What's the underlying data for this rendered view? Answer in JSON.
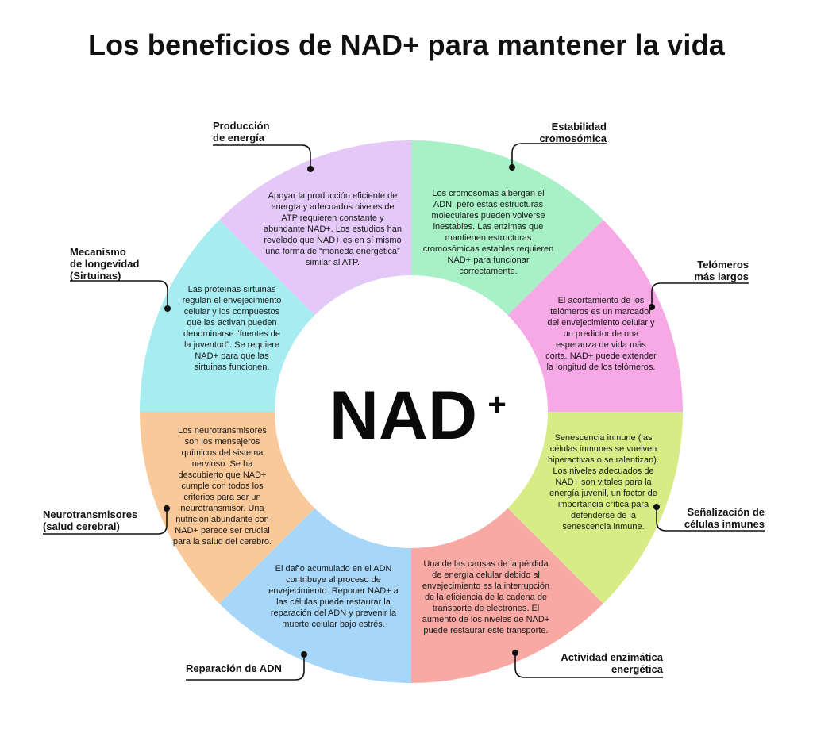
{
  "title": "Los beneficios de NAD+ para mantener la vida",
  "center": {
    "main": "NAD",
    "sup": "+"
  },
  "colors": {
    "energia": "#a8f0c6",
    "estabilidad": "#f7a9e6",
    "telomeros": "#d8ec86",
    "inmunes": "#f8a9a4",
    "enzimatica": "#a7d7f8",
    "adn": "#f9c99a",
    "neuro": "#a6ecf1",
    "longevidad": "#e3c8f8"
  },
  "segments": [
    {
      "id": "energia",
      "label": "Producción\nde energía",
      "text": "Apoyar la producción eficiente de energía y adecuados niveles de ATP requieren constante y abundante NAD+. Los estudios han revelado que NAD+ es en sí mismo una forma de “moneda energética” similar al ATP."
    },
    {
      "id": "estabilidad",
      "label": "Estabilidad\ncromosómica",
      "text": "Los cromosomas albergan el ADN, pero estas estructuras moleculares pueden volverse inestables. Las enzimas que mantienen estructuras cromosómicas estables requieren NAD+ para funcionar correctamente."
    },
    {
      "id": "telomeros",
      "label": "Telómeros\nmás largos",
      "text": "El acortamiento de los telómeros es un marcador del envejecimiento celular y un predictor de una esperanza de vida más corta. NAD+ puede extender la longitud de los telómeros."
    },
    {
      "id": "inmunes",
      "label": "Señalización de\ncélulas inmunes",
      "text": "Senescencia inmune (las células inmunes se vuelven hiperactivas o se ralentizan). Los niveles adecuados de NAD+ son vitales para la energía juvenil, un factor de importancia crítica para defenderse de la senescencia inmune."
    },
    {
      "id": "enzimatica",
      "label": "Actividad enzimática\nenergética",
      "text": "Una de las causas de la pérdida de energía celular debido al envejecimiento es la interrupción de la eficiencia de la cadena de transporte de electrones. El aumento de los niveles de NAD+ puede restaurar este transporte."
    },
    {
      "id": "adn",
      "label": "Reparación de ADN",
      "text": "El daño acumulado en el ADN contribuye al proceso de envejecimiento. Reponer NAD+ a las células puede restaurar la reparación del ADN y prevenir la muerte celular bajo estrés."
    },
    {
      "id": "neuro",
      "label": "Neurotransmisores\n(salud cerebral)",
      "text": "Los neurotransmisores son los mensajeros químicos del sistema nervioso. Se ha descubierto que NAD+ cumple con todos los criterios para ser un neurotransmisor. Una nutrición abundante con NAD+ parece ser crucial para la salud del cerebro."
    },
    {
      "id": "longevidad",
      "label": "Mecanismo\nde longevidad\n(Sirtuinas)",
      "text": "Las proteínas sirtuinas regulan el envejecimiento celular y los compuestos que las activan pueden denominarse \"fuentes de la juventud\". Se requiere NAD+ para que las sirtuinas funcionen."
    }
  ]
}
